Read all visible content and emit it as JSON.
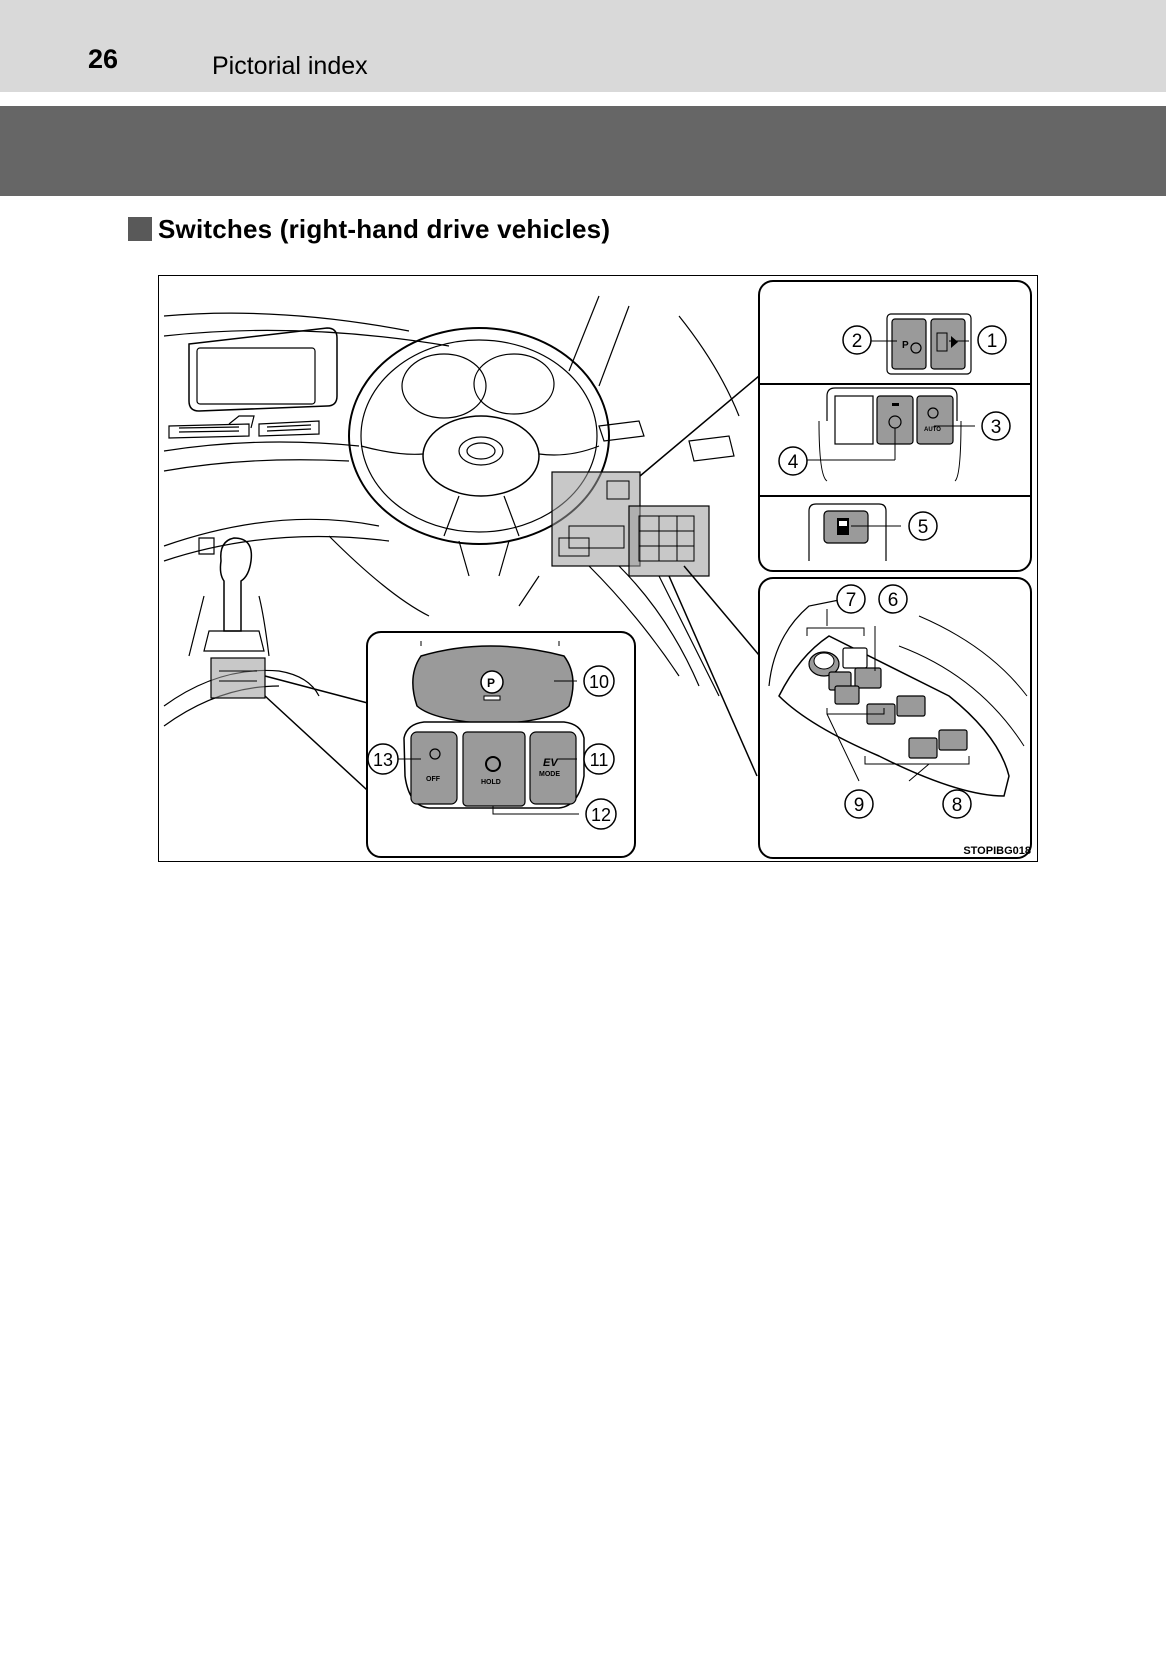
{
  "header": {
    "page_number": "26",
    "section": "Pictorial index"
  },
  "heading": "Switches (right-hand drive vehicles)",
  "figure": {
    "code": "STOPIBG018",
    "callouts": [
      "1",
      "2",
      "3",
      "4",
      "5",
      "6",
      "7",
      "8",
      "9",
      "10",
      "11",
      "12",
      "13"
    ],
    "button_labels": {
      "auto": "AUTO",
      "off": "OFF",
      "hold": "HOLD",
      "ev": "EV",
      "mode": "MODE",
      "p": "P"
    }
  }
}
